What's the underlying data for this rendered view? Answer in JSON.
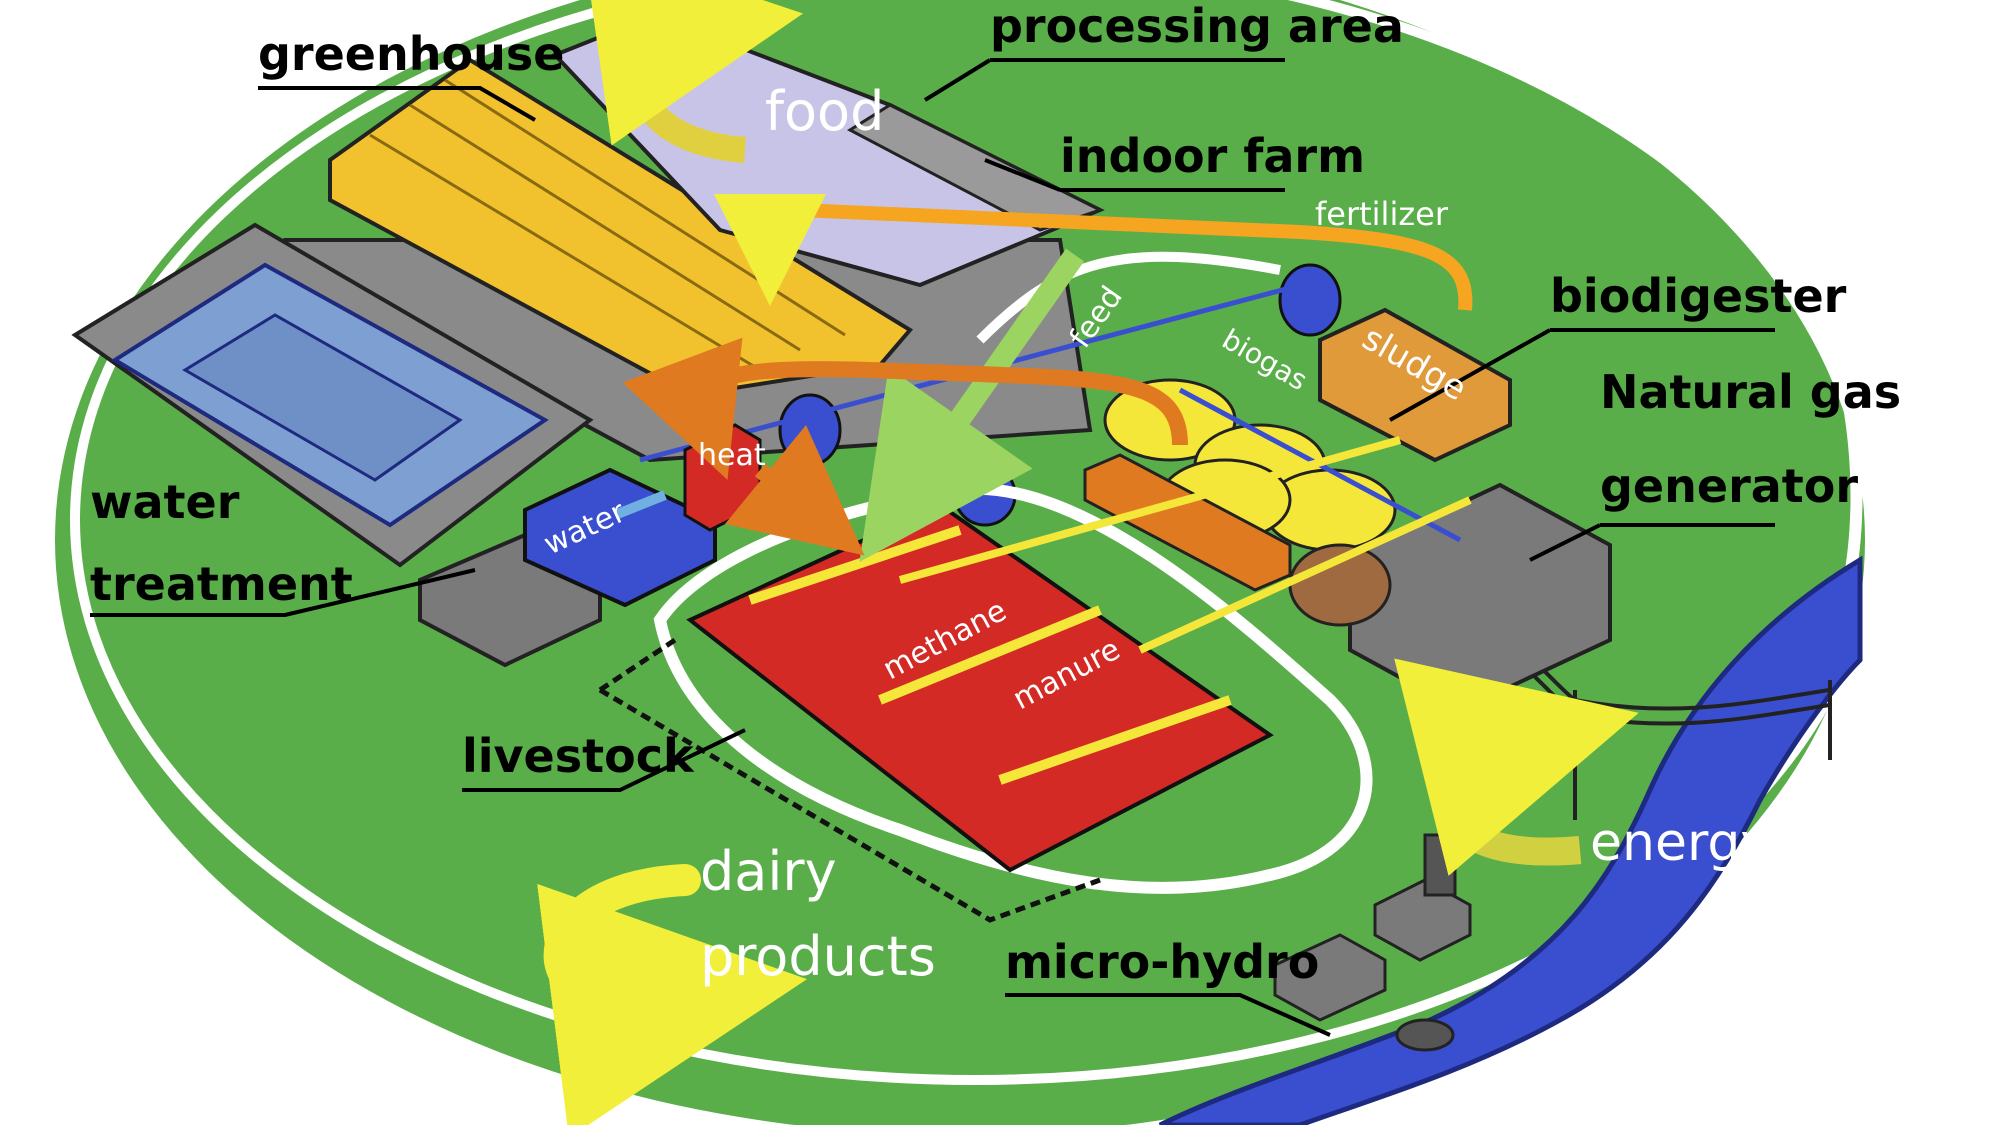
{
  "labels": {
    "greenhouse": "greenhouse",
    "processing_area": "processing area",
    "indoor_farm": "indoor farm",
    "biodigester": "biodigester",
    "natural_gas_line1": "Natural gas",
    "natural_gas_line2": "generator",
    "water_treatment_line1": "water",
    "water_treatment_line2": "treatment",
    "livestock": "livestock",
    "micro_hydro": "micro-hydro"
  },
  "flows": {
    "food": "food",
    "fertilizer": "fertilizer",
    "feed": "feed",
    "biogas": "biogas",
    "sludge": "sludge",
    "heat": "heat",
    "water": "water",
    "methane": "methane",
    "manure": "manure",
    "energy": "energy",
    "dairy": "dairy",
    "products": "products"
  },
  "colors": {
    "land": "#5aae4a",
    "greenhouse": "#f2c12e",
    "indoor_farm": "#c8c4e8",
    "livestock": "#d42a26",
    "water": "#3a4fd0",
    "pond": "#7e9fd2",
    "biodigester": "#e09a3a",
    "generator": "#7a7a7a",
    "arrow_yellow": "#f2ef3a",
    "arrow_orange": "#e07a20",
    "arrow_green": "#9bd460",
    "digester_tanks": "#f5e63a"
  }
}
